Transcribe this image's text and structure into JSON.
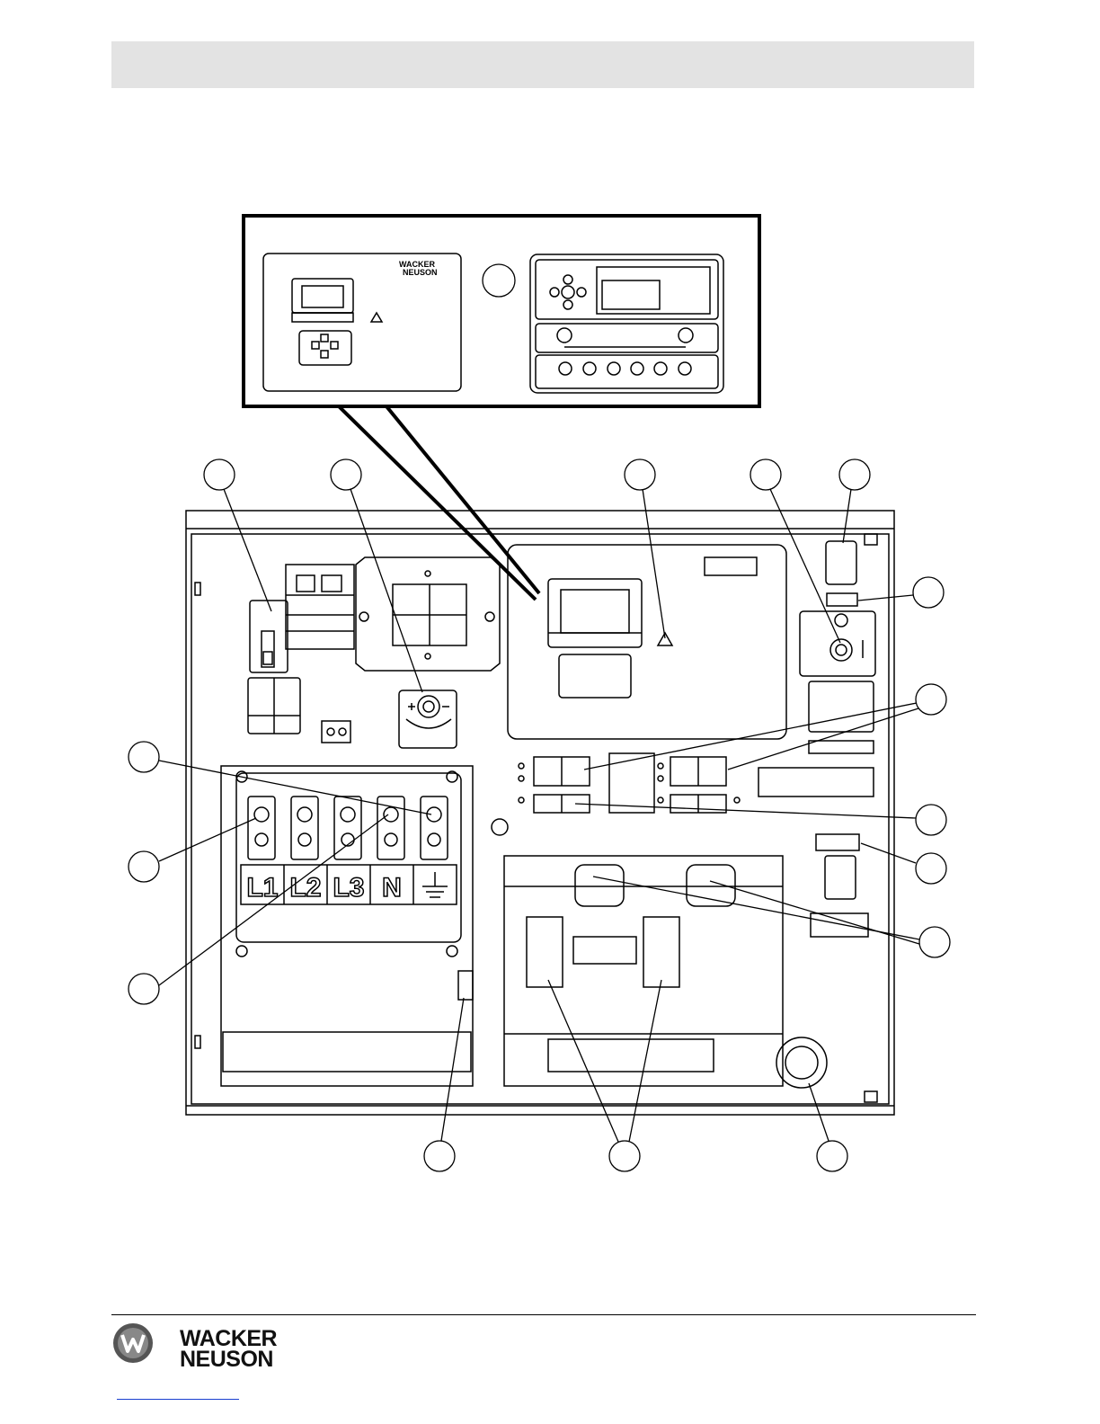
{
  "brand": {
    "line1": "WACKER",
    "line2": "NEUSON"
  },
  "inset_panel": {
    "logo_line1": "WACKER",
    "logo_line2": "NEUSON"
  },
  "terminal_labels": [
    "L1",
    "L2",
    "L3",
    "N"
  ],
  "colors": {
    "header_bar": "#e3e3e3",
    "line": "#000000",
    "footer_link": "#1a3fd0"
  }
}
